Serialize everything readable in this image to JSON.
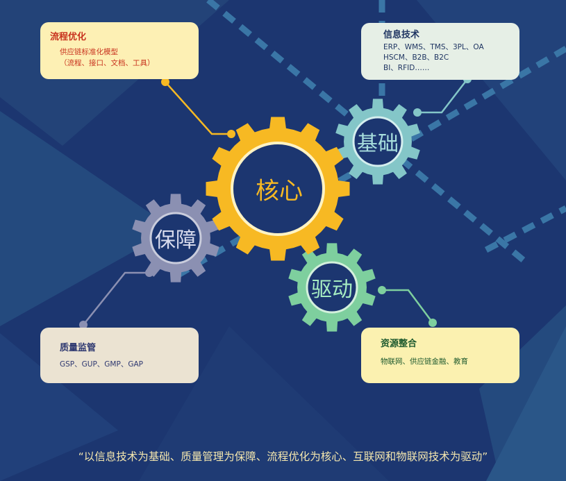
{
  "gears": {
    "core": {
      "label": "核心",
      "color": "#f7b923",
      "text_color": "#f7b923"
    },
    "basis": {
      "label": "基础",
      "color": "#84c6c8",
      "text_color": "#a7dedd"
    },
    "guarantee": {
      "label": "保障",
      "color": "#8b90b2",
      "text_color": "#d9dcee"
    },
    "drive": {
      "label": "驱动",
      "color": "#7ecf9e",
      "text_color": "#a6ecc2"
    }
  },
  "cards": {
    "process": {
      "title": "流程优化",
      "lines": [
        "供应链标准化模型",
        "（流程、接口、文档、工具）"
      ]
    },
    "it": {
      "title": "信息技术",
      "lines": [
        "ERP、WMS、TMS、3PL、OA",
        "HSCM、B2B、B2C",
        "BI、RFID……"
      ]
    },
    "quality": {
      "title": "质量监管",
      "lines": [
        "GSP、GUP、GMP、GAP"
      ]
    },
    "resource": {
      "title": "资源整合",
      "lines": [
        "物联网、供应链金融、教育"
      ]
    }
  },
  "quote": "“以信息技术为基础、质量管理为保障、流程优化为核心、互联网和物联网技术为驱动”",
  "colors": {
    "background": "#1c3670",
    "dashed_path": "#3a76a6"
  }
}
